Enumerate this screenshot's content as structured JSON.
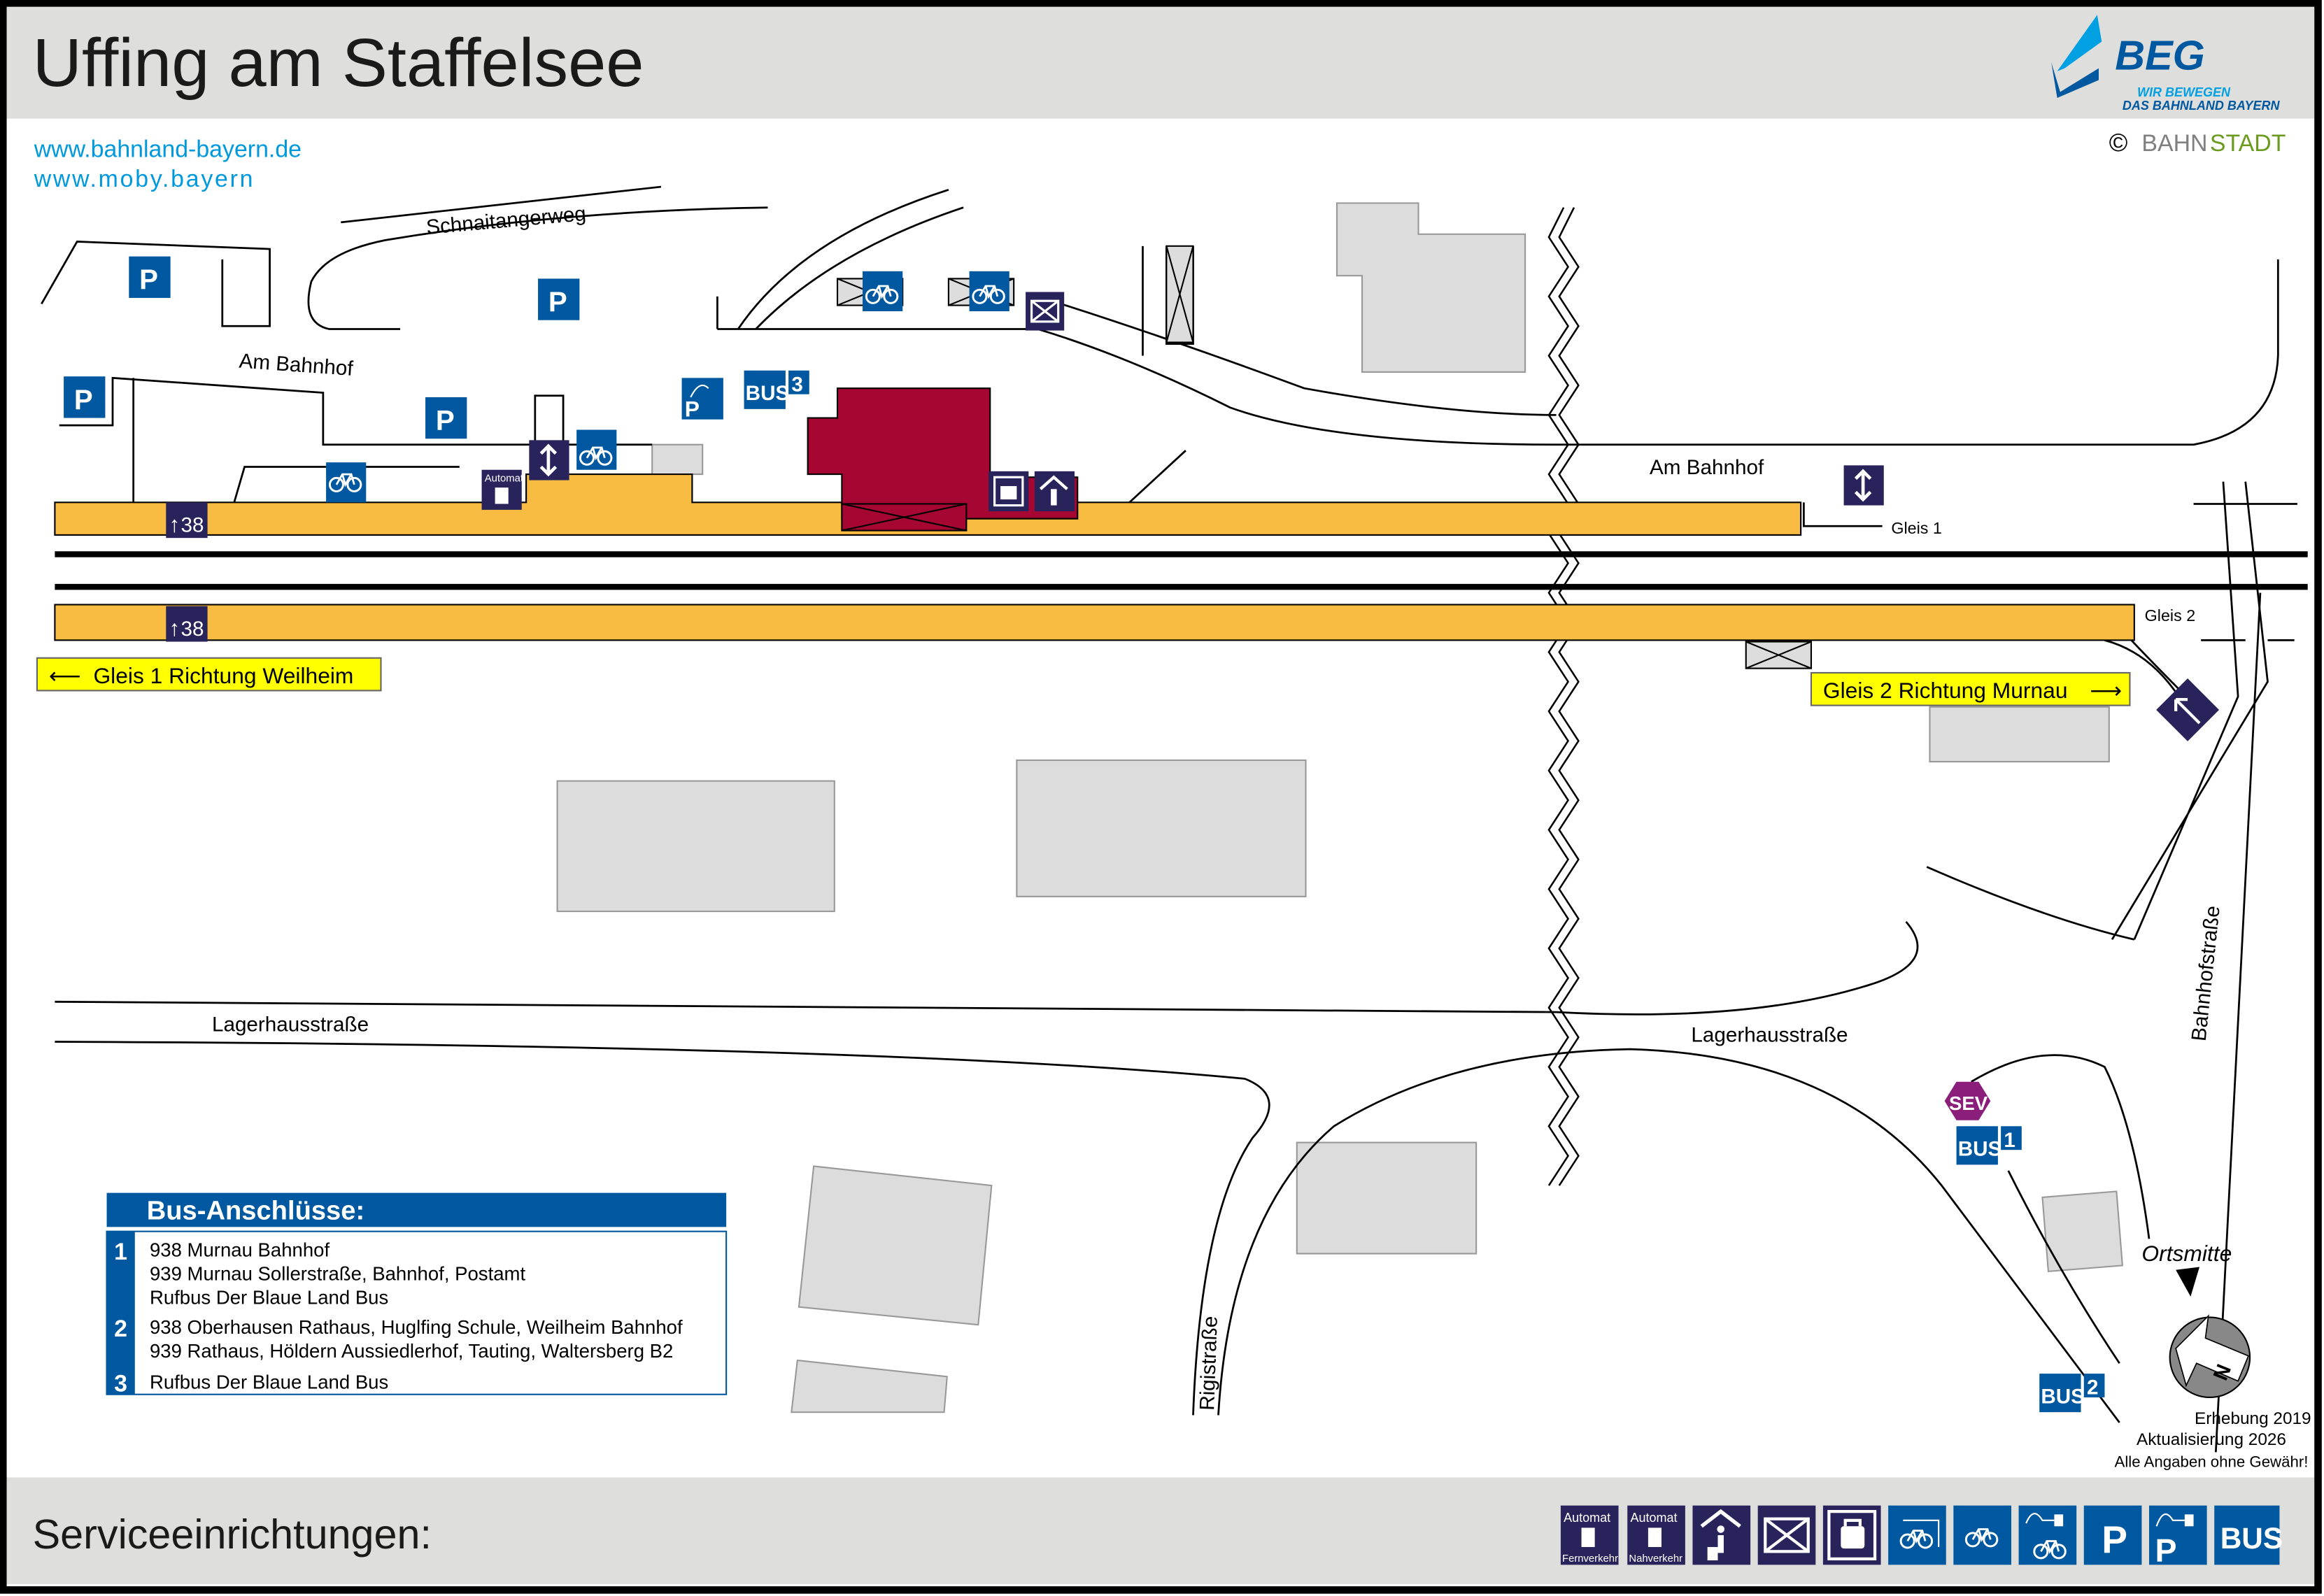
{
  "header": {
    "title": "Uffing am Staffelsee",
    "logo": {
      "name": "BEG",
      "slogan_line1": "WIR BEWEGEN",
      "slogan_line2": "DAS BAHNLAND BAYERN"
    },
    "links": [
      "www.bahnland-bayern.de",
      "www.moby.bayern"
    ],
    "copyright": {
      "symbol": "©",
      "part1": "BAHN",
      "part2": "STADT"
    }
  },
  "map": {
    "streets": {
      "schnaitangerweg": "Schnaitangerweg",
      "am_bahnhof_west": "Am Bahnhof",
      "am_bahnhof_east": "Am Bahnhof",
      "lagerhaus_west": "Lagerhausstraße",
      "lagerhaus_east": "Lagerhausstraße",
      "rigistrasse": "Rigistraße",
      "bahnhofstrasse": "Bahnhofstraße"
    },
    "tracks": {
      "gleis1": "Gleis 1",
      "gleis2": "Gleis 2"
    },
    "directions": {
      "gleis1": "Gleis 1 Richtung Weilheim",
      "gleis2": "Gleis 2 Richtung Murnau"
    },
    "platform_marker": "38",
    "ortsmitte": "Ortsmitte",
    "sev": "SEV",
    "bus_label": "BUS",
    "bus_stops": [
      "1",
      "2",
      "3"
    ],
    "parking": "P",
    "automat_label": "Automat",
    "colors": {
      "platform": "#f8bc42",
      "station": "#a50632",
      "blue": "#0058a0",
      "dark": "#29235c",
      "sev": "#8b1e7a",
      "yellow": "#ffff00"
    }
  },
  "bus_connections": {
    "title": "Bus-Anschlüsse:",
    "stops": [
      {
        "number": "1",
        "lines": [
          "938 Murnau Bahnhof",
          "939 Murnau Sollerstraße, Bahnhof, Postamt",
          "Rufbus Der Blaue Land Bus"
        ]
      },
      {
        "number": "2",
        "lines": [
          "938 Oberhausen Rathaus, Huglfing Schule, Weilheim Bahnhof",
          "939 Rathaus, Höldern Aussiedlerhof, Tauting, Waltersberg B2"
        ]
      },
      {
        "number": "3",
        "lines": [
          "Rufbus Der Blaue Land Bus"
        ]
      }
    ]
  },
  "credits": {
    "line1": "Erhebung 2019",
    "line2": "Aktualisierung 2026",
    "line3": "Alle Angaben ohne Gewähr!"
  },
  "compass": {
    "label": "N"
  },
  "footer": {
    "title": "Serviceeinrichtungen:",
    "services": [
      {
        "icon": "ticket-machine-long-distance-icon",
        "top": "Automat",
        "bottom": "Fernverkehr"
      },
      {
        "icon": "ticket-machine-regional-icon",
        "top": "Automat",
        "bottom": "Nahverkehr"
      },
      {
        "icon": "waiting-room-icon"
      },
      {
        "icon": "mail-icon"
      },
      {
        "icon": "luggage-locker-icon"
      },
      {
        "icon": "bike-shelter-icon"
      },
      {
        "icon": "bike-parking-icon"
      },
      {
        "icon": "e-bike-charging-icon"
      },
      {
        "icon": "parking-icon",
        "label": "P"
      },
      {
        "icon": "ev-parking-icon",
        "label": "P"
      },
      {
        "icon": "bus-icon",
        "label": "BUS"
      }
    ]
  }
}
